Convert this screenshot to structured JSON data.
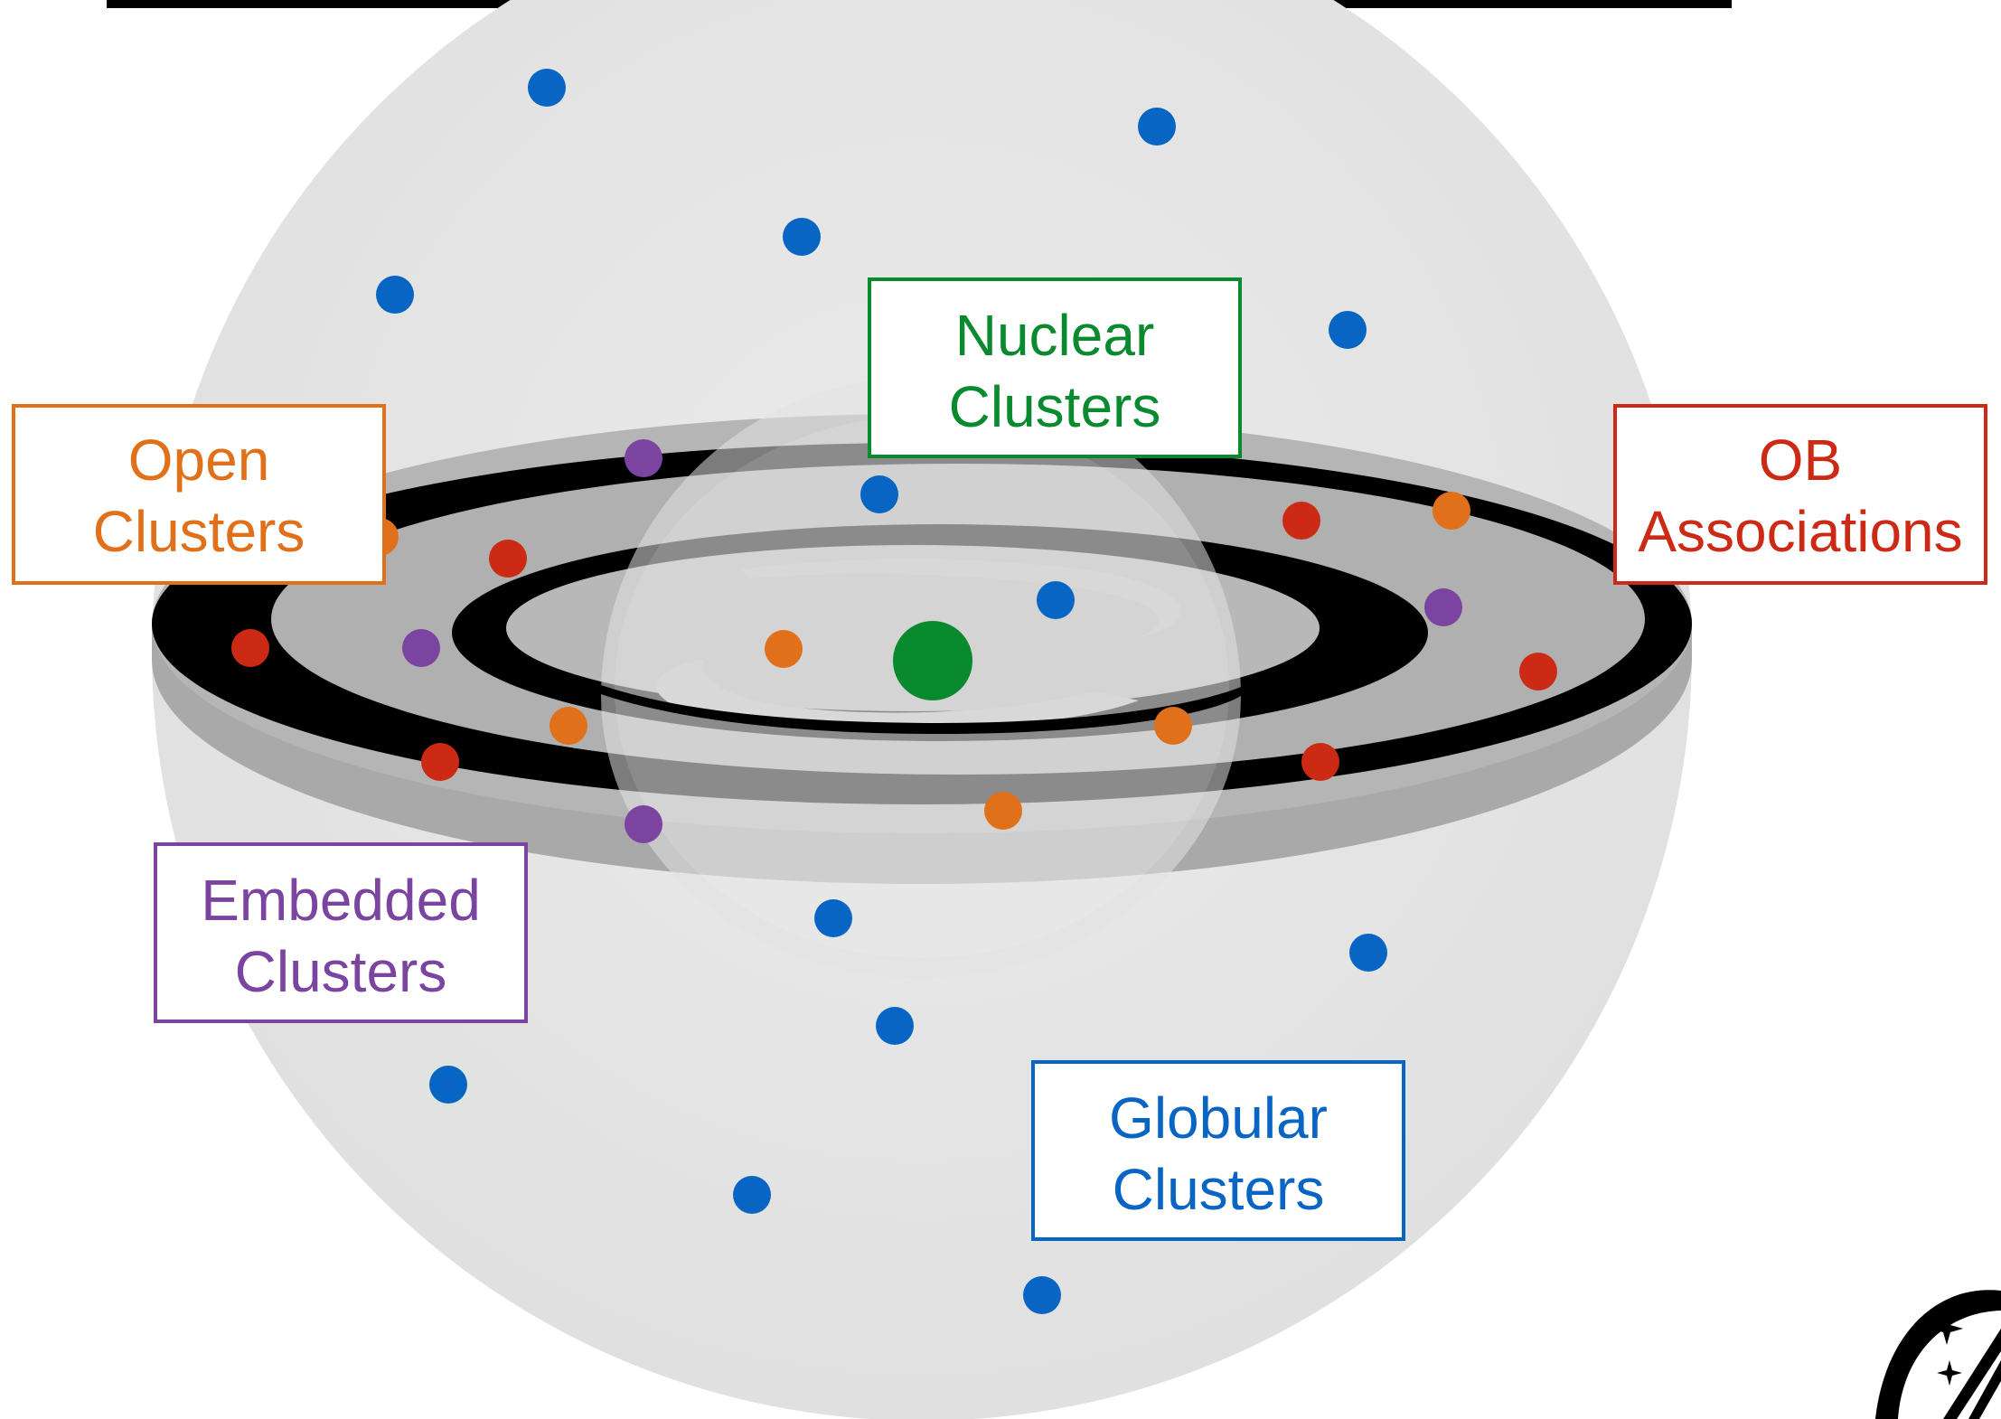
{
  "labels": {
    "nuclear": {
      "line1": "Nuclear",
      "line2": "Clusters",
      "color": "#0a8a2e"
    },
    "open": {
      "line1": "Open",
      "line2": "Clusters",
      "color": "#e0711a"
    },
    "ob": {
      "line1": "OB",
      "line2": "Associations",
      "color": "#cc2a14"
    },
    "embedded": {
      "line1": "Embedded",
      "line2": "Clusters",
      "color": "#7b44a0"
    },
    "globular": {
      "line1": "Globular",
      "line2": "Clusters",
      "color": "#0865c4"
    }
  },
  "colors": {
    "halo": "#e6e6e6",
    "disk": "#b3b3b3",
    "arms": "#000000",
    "bulge": "#d4d4d4",
    "globular": "#0865c4",
    "open": "#e0711a",
    "ob": "#cc2a14",
    "embedded": "#7b44a0",
    "nuclear": "#0a8a2e"
  },
  "icons": {
    "logo": "rocket-emblem-icon"
  }
}
